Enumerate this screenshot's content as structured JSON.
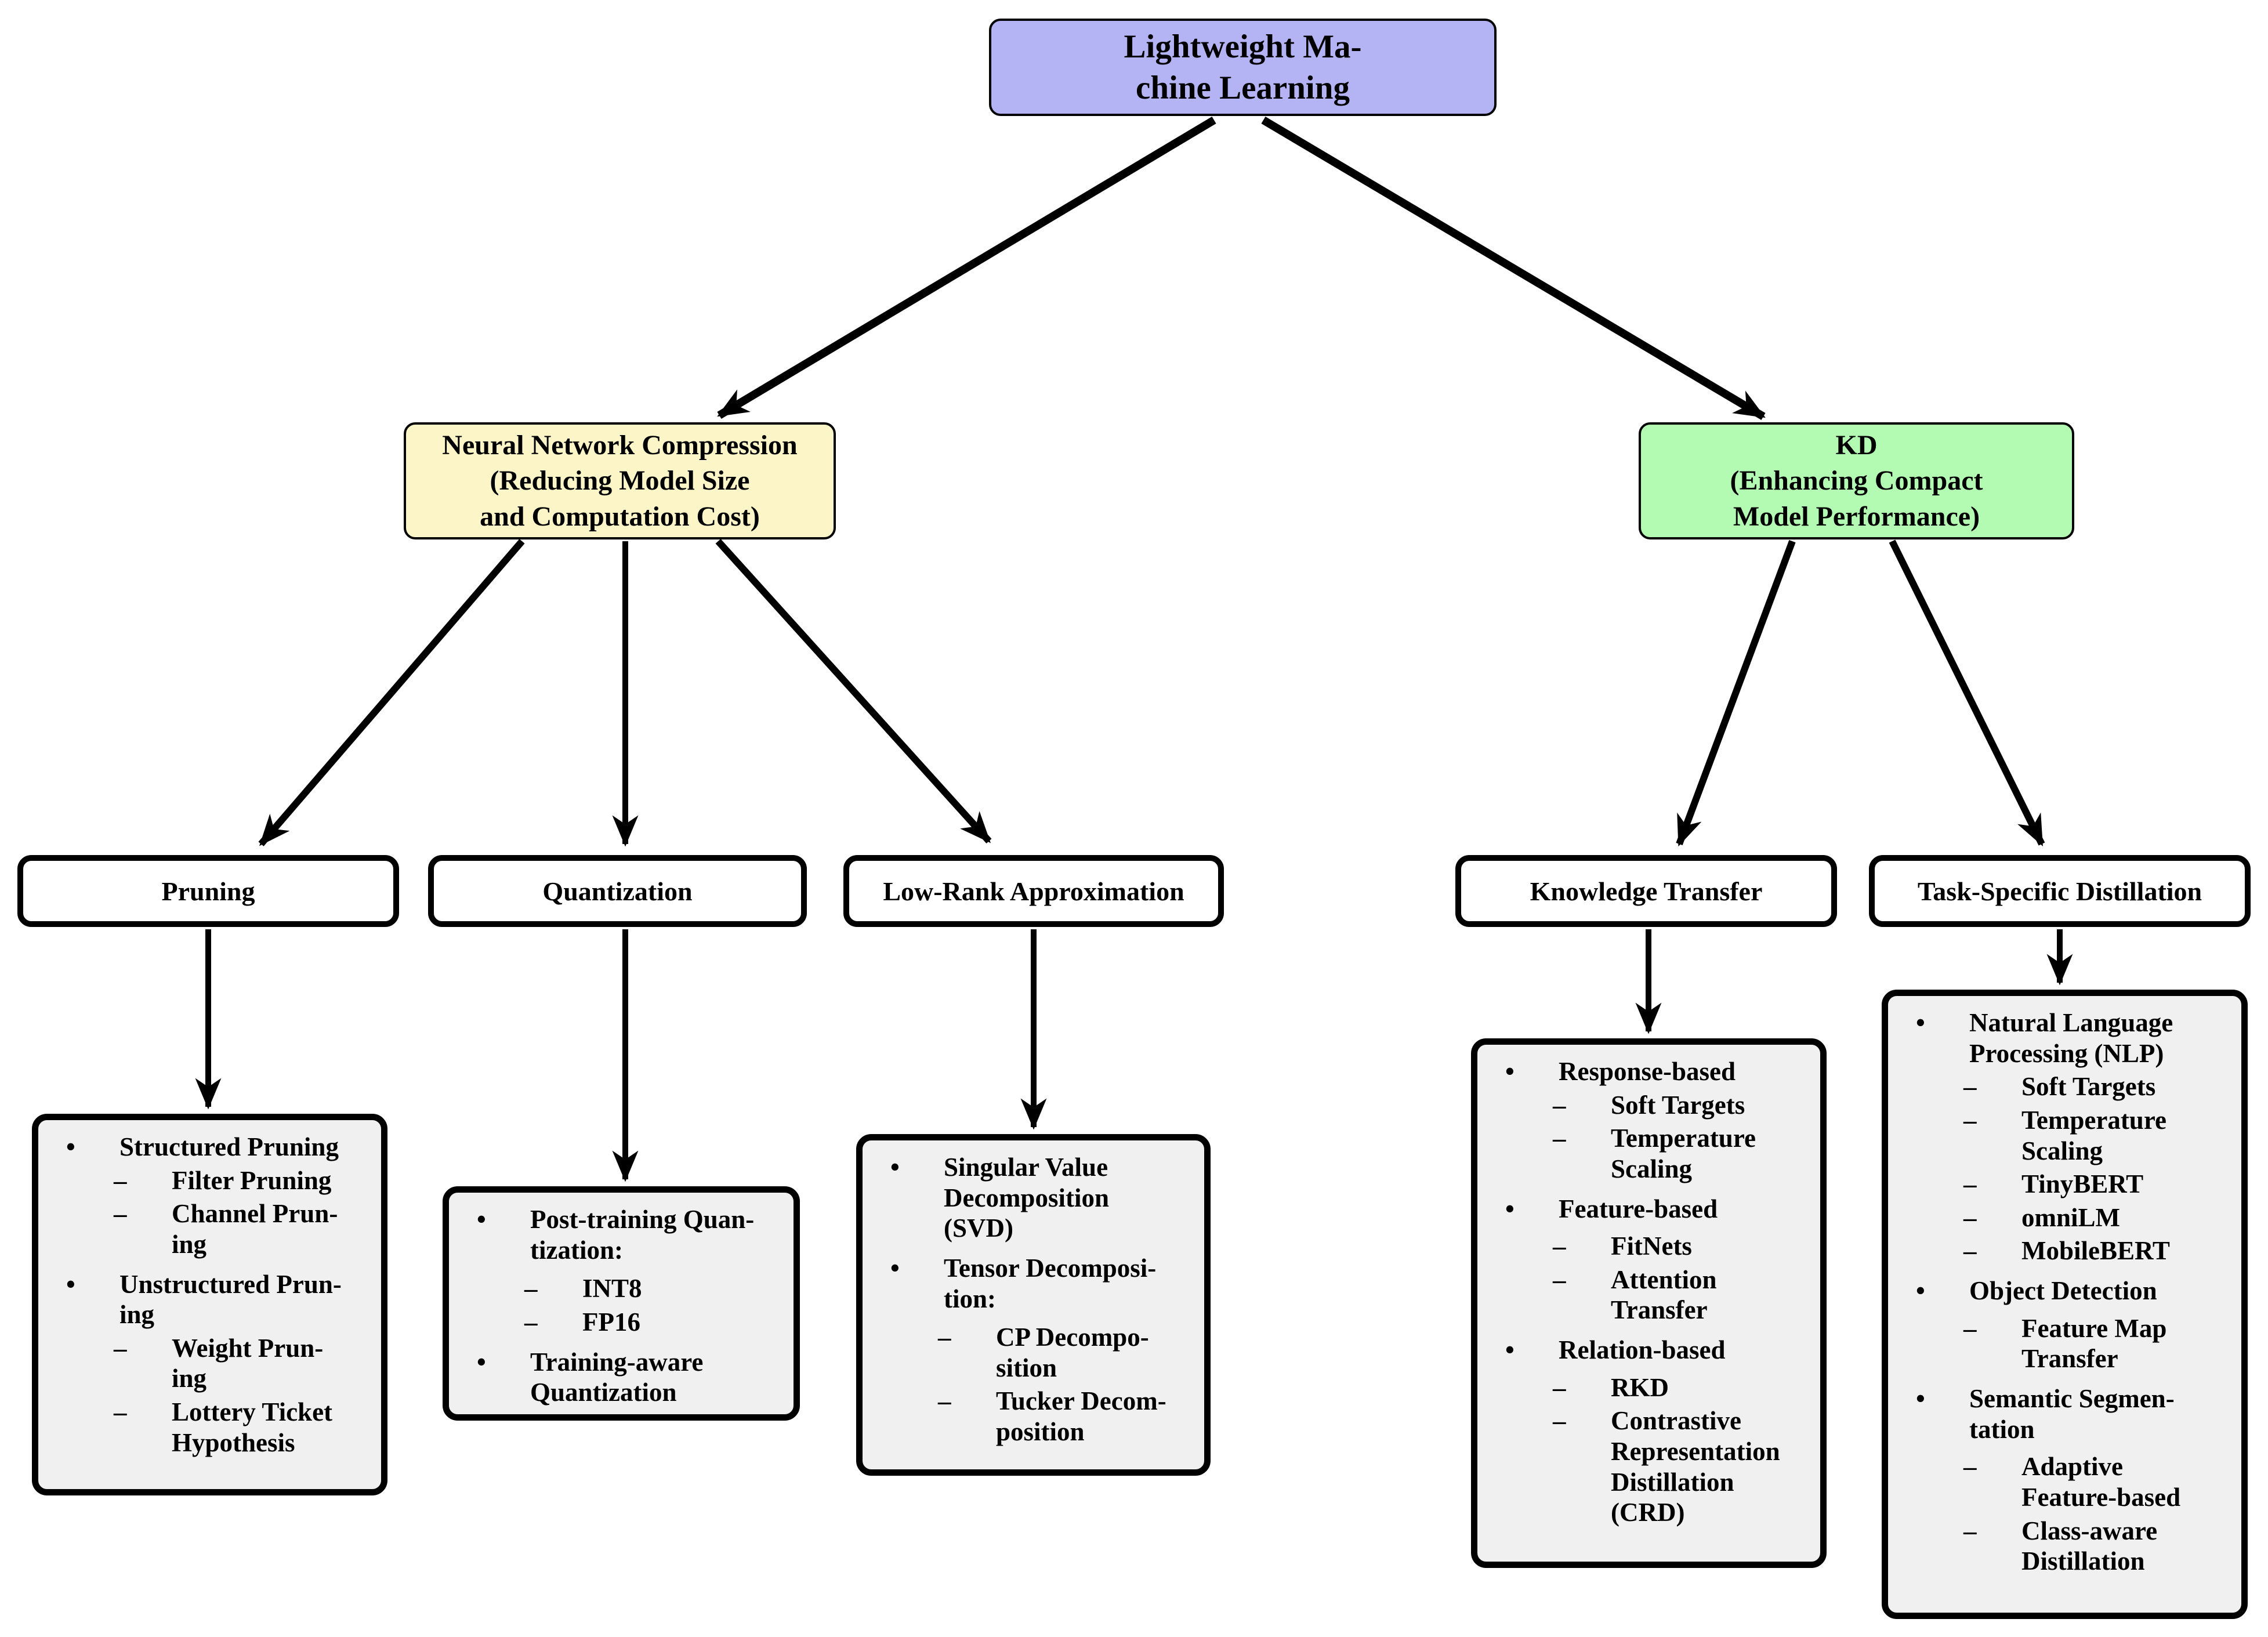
{
  "diagram": {
    "root": {
      "label": "Lightweight Ma-\nchine Learning"
    },
    "branches": {
      "nnc": {
        "label": "Neural Network Compression\n(Reducing Model Size\nand Computation Cost)"
      },
      "kd": {
        "label": "KD\n(Enhancing Compact\nModel Performance)"
      }
    },
    "categories": {
      "pruning": {
        "label": "Pruning"
      },
      "quantization": {
        "label": "Quantization"
      },
      "lowrank": {
        "label": "Low-Rank Approximation"
      },
      "knowledge": {
        "label": "Knowledge Transfer"
      },
      "task": {
        "label": "Task-Specific Distillation"
      }
    },
    "details": {
      "pruning": {
        "items": [
          {
            "level": "bullet",
            "text": "Structured Pruning"
          },
          {
            "level": "dash",
            "text": "Filter Pruning"
          },
          {
            "level": "dash",
            "text": "Channel Prun-\ning"
          },
          {
            "level": "bullet",
            "text": "Unstructured Prun-\ning"
          },
          {
            "level": "dash",
            "text": "Weight Prun-\ning"
          },
          {
            "level": "dash",
            "text": "Lottery Ticket\nHypothesis"
          }
        ]
      },
      "quantization": {
        "items": [
          {
            "level": "bullet",
            "text": "Post-training Quan-\ntization:"
          },
          {
            "level": "dash",
            "text": "INT8"
          },
          {
            "level": "dash",
            "text": "FP16"
          },
          {
            "level": "bullet",
            "text": "Training-aware\nQuantization"
          }
        ]
      },
      "lowrank": {
        "items": [
          {
            "level": "bullet",
            "text": "Singular Value\nDecomposition\n(SVD)"
          },
          {
            "level": "bullet",
            "text": "Tensor Decomposi-\ntion:"
          },
          {
            "level": "dash",
            "text": "CP Decompo-\nsition"
          },
          {
            "level": "dash",
            "text": "Tucker Decom-\nposition"
          }
        ]
      },
      "knowledge": {
        "items": [
          {
            "level": "bullet",
            "text": "Response-based"
          },
          {
            "level": "dash",
            "text": "Soft Targets"
          },
          {
            "level": "dash",
            "text": "Temperature\nScaling"
          },
          {
            "level": "bullet",
            "text": "Feature-based"
          },
          {
            "level": "dash",
            "text": "FitNets"
          },
          {
            "level": "dash",
            "text": "Attention\nTransfer"
          },
          {
            "level": "bullet",
            "text": "Relation-based"
          },
          {
            "level": "dash",
            "text": "RKD"
          },
          {
            "level": "dash",
            "text": "Contrastive\nRepresentation\nDistillation\n(CRD)"
          }
        ]
      },
      "task": {
        "items": [
          {
            "level": "bullet",
            "text": "Natural Language\nProcessing (NLP)"
          },
          {
            "level": "dash",
            "text": "Soft Targets"
          },
          {
            "level": "dash",
            "text": "Temperature\nScaling"
          },
          {
            "level": "dash",
            "text": "TinyBERT"
          },
          {
            "level": "dash",
            "text": "omniLM"
          },
          {
            "level": "dash",
            "text": "MobileBERT"
          },
          {
            "level": "bullet",
            "text": "Object Detection"
          },
          {
            "level": "dash",
            "text": "Feature Map\nTransfer"
          },
          {
            "level": "bullet",
            "text": "Semantic Segmen-\ntation"
          },
          {
            "level": "dash",
            "text": "Adaptive\nFeature-based"
          },
          {
            "level": "dash",
            "text": "Class-aware\nDistillation"
          }
        ]
      }
    },
    "markers": {
      "bullet": "•",
      "dash": "–"
    },
    "colors": {
      "root_bg": "#b4b4f5",
      "nnc_bg": "#fbf5c7",
      "kd_bg": "#b3fab3",
      "category_bg": "#ffffff",
      "leaf_bg": "#f0f0f0",
      "line": "#000000",
      "text": "#000000"
    }
  }
}
